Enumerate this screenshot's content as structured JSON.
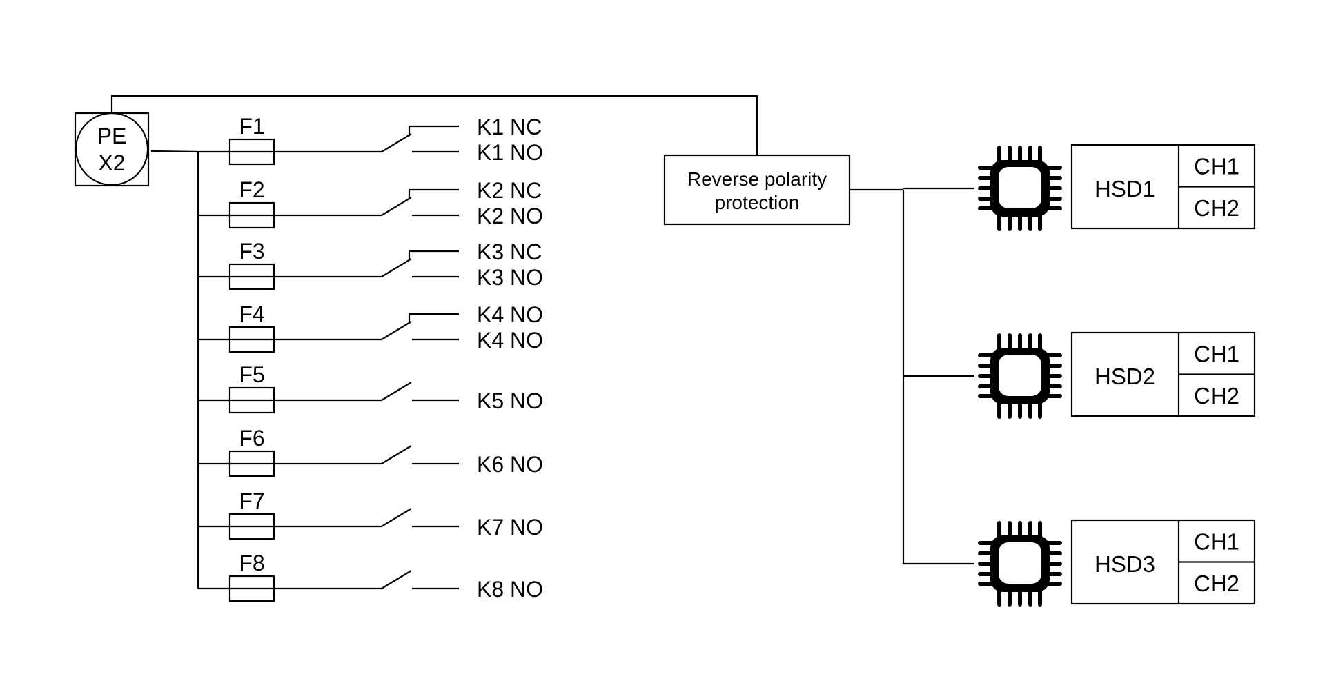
{
  "diagram": {
    "source": {
      "line1": "PE",
      "line2": "X2"
    },
    "branches": [
      {
        "fuse": "F1",
        "contacts": [
          "K1 NC",
          "K1 NO"
        ],
        "type": "changeover"
      },
      {
        "fuse": "F2",
        "contacts": [
          "K2 NC",
          "K2 NO"
        ],
        "type": "changeover"
      },
      {
        "fuse": "F3",
        "contacts": [
          "K3 NC",
          "K3 NO"
        ],
        "type": "changeover"
      },
      {
        "fuse": "F4",
        "contacts": [
          "K4 NO",
          "K4 NO"
        ],
        "type": "changeover"
      },
      {
        "fuse": "F5",
        "contacts": [
          "K5 NO"
        ],
        "type": "normally-open"
      },
      {
        "fuse": "F6",
        "contacts": [
          "K6 NO"
        ],
        "type": "normally-open"
      },
      {
        "fuse": "F7",
        "contacts": [
          "K7 NO"
        ],
        "type": "normally-open"
      },
      {
        "fuse": "F8",
        "contacts": [
          "K8 NO"
        ],
        "type": "normally-open"
      }
    ],
    "protection": {
      "line1": "Reverse polarity",
      "line2": "protection"
    },
    "drivers": [
      {
        "name": "HSD1",
        "icon": "chip-icon",
        "channels": [
          "CH1",
          "CH2"
        ]
      },
      {
        "name": "HSD2",
        "icon": "chip-icon",
        "channels": [
          "CH1",
          "CH2"
        ]
      },
      {
        "name": "HSD3",
        "icon": "chip-icon",
        "channels": [
          "CH1",
          "CH2"
        ]
      }
    ],
    "colors": {
      "line": "#000000",
      "background": "#ffffff"
    }
  }
}
